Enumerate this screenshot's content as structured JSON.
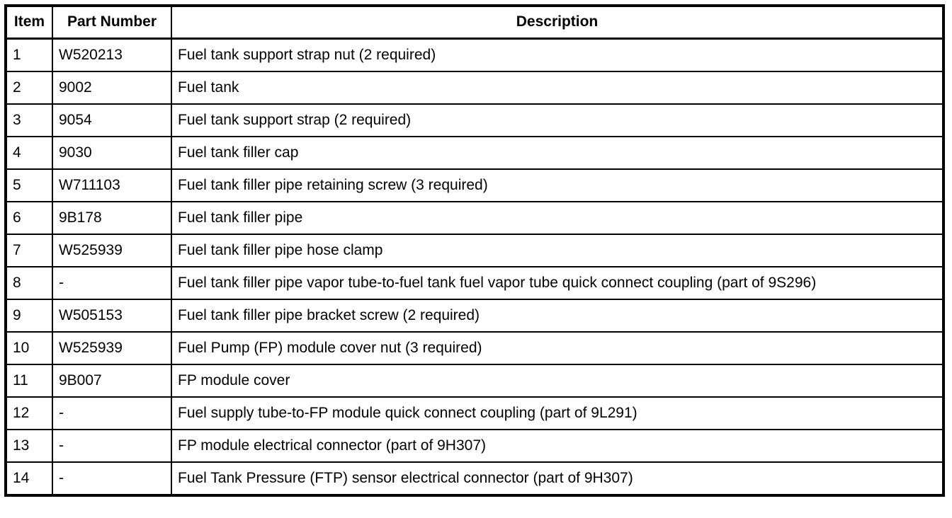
{
  "table": {
    "columns": [
      {
        "key": "item",
        "label": "Item"
      },
      {
        "key": "part_number",
        "label": "Part Number"
      },
      {
        "key": "description",
        "label": "Description"
      }
    ],
    "rows": [
      {
        "item": "1",
        "part_number": "W520213",
        "description": "Fuel tank support strap nut (2 required)"
      },
      {
        "item": "2",
        "part_number": "9002",
        "description": "Fuel tank"
      },
      {
        "item": "3",
        "part_number": "9054",
        "description": "Fuel tank support strap (2 required)"
      },
      {
        "item": "4",
        "part_number": "9030",
        "description": "Fuel tank filler cap"
      },
      {
        "item": "5",
        "part_number": "W711103",
        "description": "Fuel tank filler pipe retaining screw (3 required)"
      },
      {
        "item": "6",
        "part_number": "9B178",
        "description": "Fuel tank filler pipe"
      },
      {
        "item": "7",
        "part_number": "W525939",
        "description": "Fuel tank filler pipe hose clamp"
      },
      {
        "item": "8",
        "part_number": "-",
        "description": "Fuel tank filler pipe vapor tube-to-fuel tank fuel vapor tube quick connect coupling (part of 9S296)"
      },
      {
        "item": "9",
        "part_number": "W505153",
        "description": "Fuel tank filler pipe bracket screw (2 required)"
      },
      {
        "item": "10",
        "part_number": "W525939",
        "description": "Fuel Pump (FP) module cover nut (3 required)"
      },
      {
        "item": "11",
        "part_number": "9B007",
        "description": "FP module cover"
      },
      {
        "item": "12",
        "part_number": "-",
        "description": "Fuel supply tube-to-FP module quick connect coupling (part of 9L291)"
      },
      {
        "item": "13",
        "part_number": "-",
        "description": "FP module electrical connector (part of 9H307)"
      },
      {
        "item": "14",
        "part_number": "-",
        "description": "Fuel Tank Pressure (FTP) sensor electrical connector (part of 9H307)"
      }
    ]
  },
  "style": {
    "border_color": "#000000",
    "text_color": "#000000",
    "background_color": "#ffffff"
  }
}
